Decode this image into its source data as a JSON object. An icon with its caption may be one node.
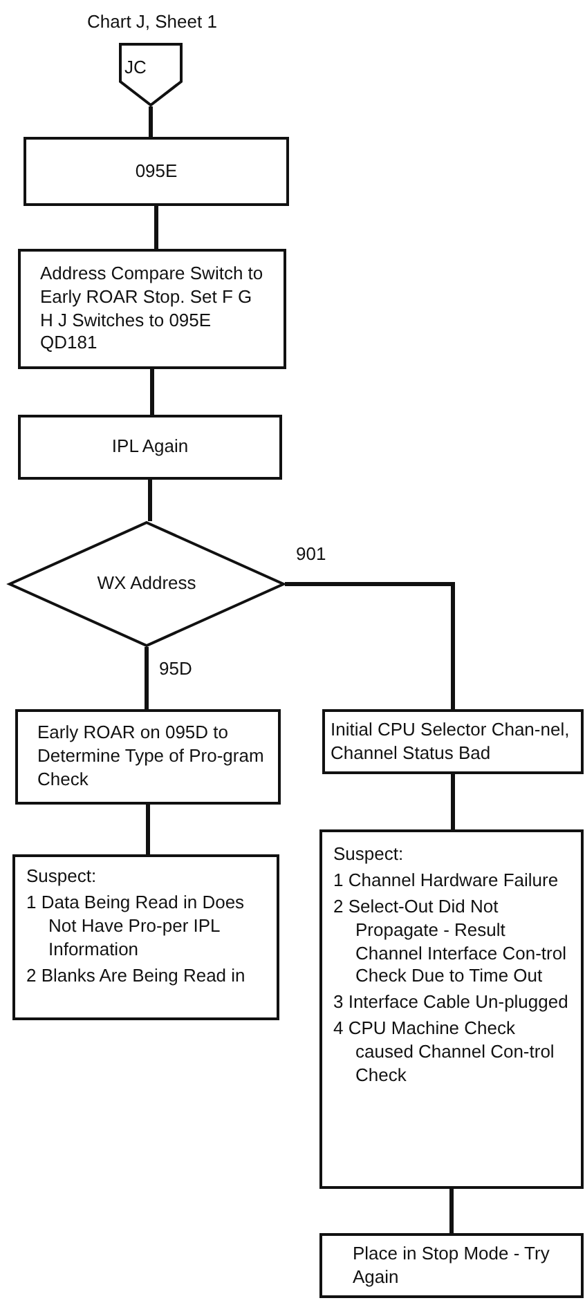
{
  "diagram": {
    "nodes": [
      {
        "text": [
          "JC"
        ],
        "beside": [
          "Chart J, Sheet 1"
        ]
      },
      {
        "text": [
          "095E"
        ]
      },
      {
        "text": [
          "Address Compare Switch to Early ROAR Stop. Set F G H J Switches to 095E QD181"
        ]
      },
      {
        "text": [
          "IPL Again"
        ]
      },
      {
        "text": [
          "WX Address"
        ]
      },
      {
        "text": [
          "Early ROAR on 095D to Determine Type of Pro-gram Check"
        ]
      },
      {
        "text": [
          "Suspect:",
          "1 Data Being Read in Does Not Have Pro-per IPL Information",
          "2 Blanks Are Being Read in"
        ]
      },
      {
        "text": [
          "Initial CPU Selector Chan-nel, Channel Status Bad"
        ]
      },
      {
        "text": [
          "Suspect:",
          "1 Channel Hardware Failure",
          "2 Select-Out Did Not Propagate - Result Channel Interface Con-trol Check Due to Time Out",
          "3 Interface Cable Un-plugged",
          "4 CPU Machine Check caused Channel Con-trol Check"
        ]
      },
      {
        "text": [
          "Place in Stop Mode - Try Again"
        ]
      }
    ],
    "edges": [
      {
        "from": 0,
        "to": 1,
        "arrow": "none"
      },
      {
        "from": 1,
        "to": 2,
        "arrow": "none"
      },
      {
        "from": 2,
        "to": 3,
        "arrow": "none"
      },
      {
        "from": 3,
        "to": 4,
        "arrow": "none"
      },
      {
        "from": 4,
        "to": 7,
        "arrow": "none",
        "label": "901"
      },
      {
        "from": 4,
        "to": 5,
        "arrow": "none",
        "label": "95D"
      },
      {
        "from": 5,
        "to": 6,
        "arrow": "none"
      },
      {
        "from": 7,
        "to": 8,
        "arrow": "none"
      },
      {
        "from": 8,
        "to": 9,
        "arrow": "none"
      }
    ]
  }
}
